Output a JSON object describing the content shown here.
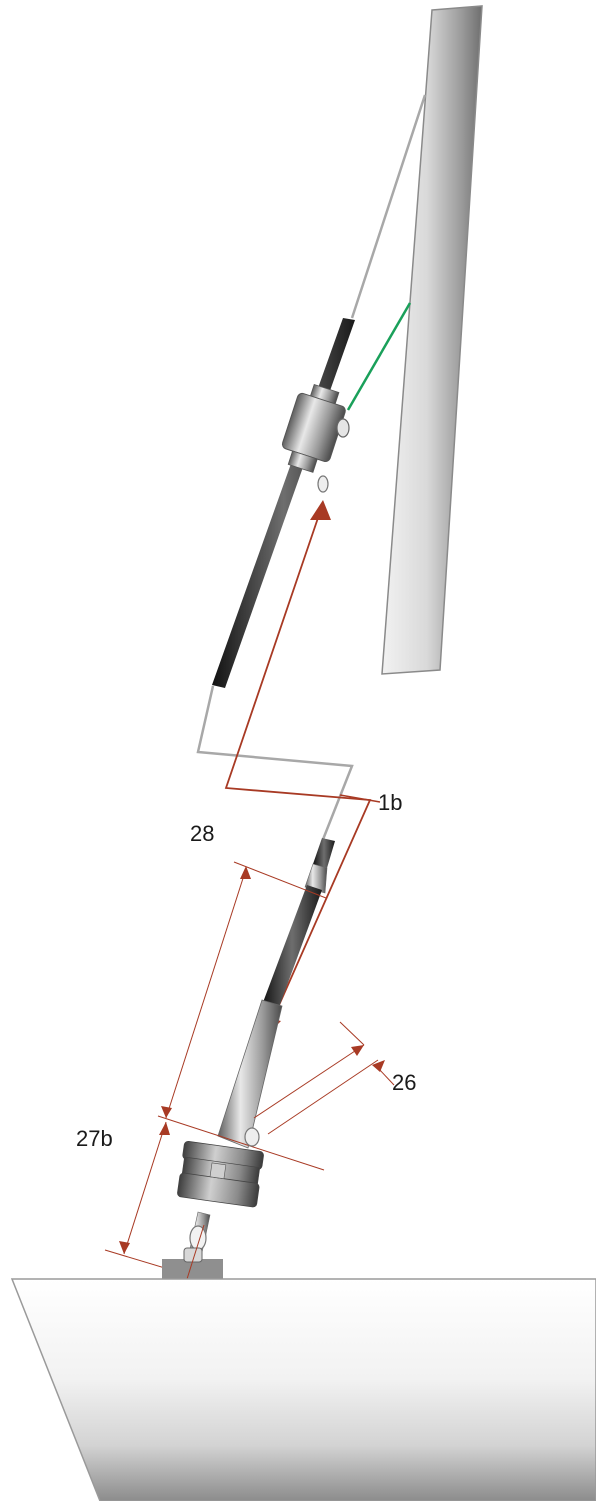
{
  "diagram": {
    "labels": {
      "l1b": "1b",
      "l28": "28",
      "l26": "26",
      "l27b": "27b"
    },
    "colors": {
      "dimension": "#a83a24",
      "wire": "#a8a8a8",
      "tail": "#1aa05a",
      "rod": "#2b2b2b"
    }
  }
}
